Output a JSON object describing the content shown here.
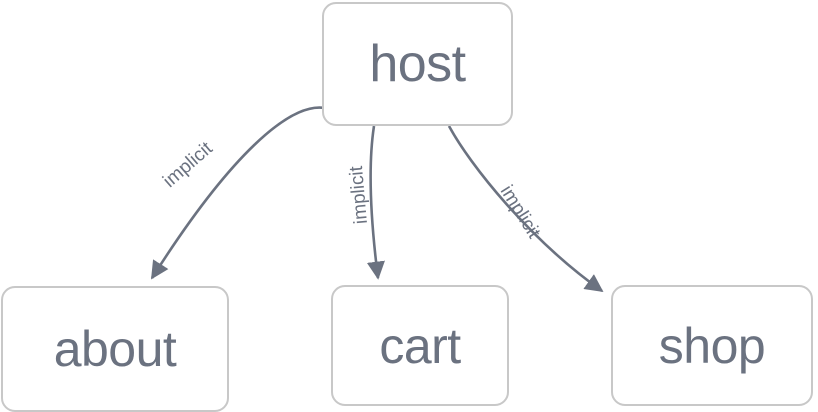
{
  "diagram": {
    "type": "directed-graph",
    "background_color": "#ffffff",
    "node_border_color": "#c8c8c8",
    "node_fill_color": "#ffffff",
    "text_color": "#6b7280",
    "edge_color": "#6b7280",
    "nodes": [
      {
        "id": "host",
        "label": "host"
      },
      {
        "id": "about",
        "label": "about"
      },
      {
        "id": "cart",
        "label": "cart"
      },
      {
        "id": "shop",
        "label": "shop"
      }
    ],
    "edges": [
      {
        "from": "host",
        "to": "about",
        "label": "implicit"
      },
      {
        "from": "host",
        "to": "cart",
        "label": "implicit"
      },
      {
        "from": "host",
        "to": "shop",
        "label": "implicit"
      }
    ]
  }
}
